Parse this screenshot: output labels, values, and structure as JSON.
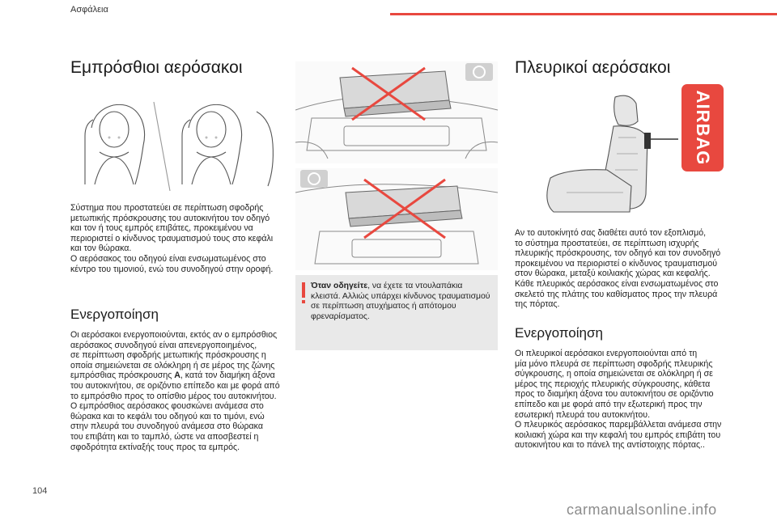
{
  "header": {
    "section_label": "Ασφάλεια",
    "accent_color": "#e8483f"
  },
  "left": {
    "title": "Εμπρόσθιοι αερόσακοι",
    "intro": "Σύστημα που προστατεύει σε περίπτωση σφοδρής\nμετωπικής πρόσκρουσης του αυτοκινήτου τον οδηγό\nκαι τον ή τους εμπρός επιβάτες, προκειμένου να\nπεριοριστεί ο κίνδυνος τραυματισμού τους στο κεφάλι\nκαι τον θώρακα.\nΟ αερόσακος του οδηγού είναι ενσωματωμένος στο\nκέντρο του τιμονιού, ενώ του συνοδηγού στην οροφή.",
    "activation_title": "Ενεργοποίηση",
    "activation_part1": "Οι αερόσακοι ενεργοποιούνται, εκτός αν ο εμπρόσθιος\nαερόσακος συνοδηγού είναι απενεργοποιημένος,\nσε περίπτωση σφοδρής μετωπικής πρόσκρουσης η\nοποία σημειώνεται σε ολόκληρη ή σε μέρος της ζώνης\nεμπρόσθιας πρόσκρουσης ",
    "activation_bold": "A",
    "activation_part2": ", κατά τον διαμήκη άξονα\nτου αυτοκινήτου, σε οριζόντιο επίπεδο και με φορά από\nτο εμπρόσθιο προς το οπίσθιο μέρος του αυτοκινήτου.\nΟ εμπρόσθιος αερόσακος φουσκώνει ανάμεσα στο\nθώρακα και το κεφάλι του οδηγού και το τιμόνι, ενώ\nστην πλευρά του συνοδηγού ανάμεσα στο θώρακα\nτου επιβάτη και το ταμπλό, ώστε να αποσβεστεί η\nσφοδρότητα εκτίναξής τους προς τα εμπρός."
  },
  "middle": {
    "warning_bold": "Όταν οδηγείτε",
    "warning_text": ", να έχετε τα ντουλαπάκια\nκλειστά. Αλλιώς υπάρχει κίνδυνος τραυματισμού\nσε περίπτωση ατυχήματος ή απότομου\nφρεναρίσματος."
  },
  "right": {
    "title": "Πλευρικοί αερόσακοι",
    "badge": "AIRBAG",
    "intro": "Αν το αυτοκίνητό σας διαθέτει αυτό τον εξοπλισμό,\nτο σύστημα προστατεύει, σε περίπτωση ισχυρής\nπλευρικής πρόσκρουσης, τον οδηγό και τον συνοδηγό\nπροκειμένου να περιοριστεί ο κίνδυνος τραυματισμού\nστον θώρακα, μεταξύ κοιλιακής χώρας και κεφαλής.\nΚάθε πλευρικός αερόσακος είναι ενσωματωμένος στο\nσκελετό της πλάτης του καθίσματος προς την πλευρά\nτης πόρτας.",
    "activation_title": "Ενεργοποίηση",
    "activation_text": "Οι πλευρικοί αερόσακοι ενεργοποιούνται από τη\nμία μόνο πλευρά σε περίπτωση σφοδρής πλευρικής\nσύγκρουσης, η οποία σημειώνεται σε ολόκληρη ή σε\nμέρος της περιοχής πλευρικής σύγκρουσης, κάθετα\nπρος το διαμήκη άξονα του αυτοκινήτου σε οριζόντιο\nεπίπεδο και με φορά από την εξωτερική προς την\nεσωτερική πλευρά του αυτοκινήτου.\nΟ πλευρικός αερόσακος παρεμβάλλεται ανάμεσα στην\nκοιλιακή χώρα και την κεφαλή του εμπρός επιβάτη του\nαυτοκινήτου και το πάνελ της αντίστοιχης πόρτας.."
  },
  "footer": {
    "page_number": "104",
    "watermark": "carmanualsonline.info"
  }
}
